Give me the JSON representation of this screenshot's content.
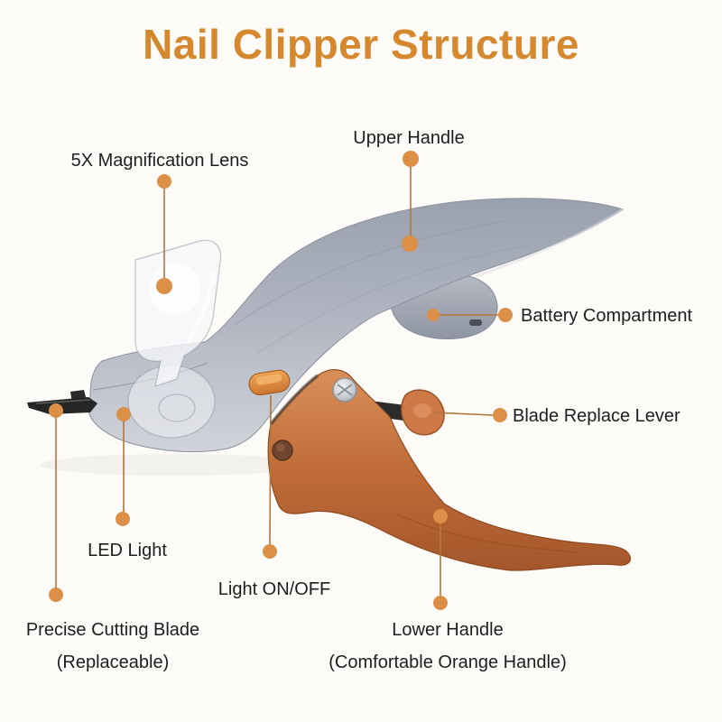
{
  "title": "Nail Clipper Structure",
  "colors": {
    "background": "#fcfbf8",
    "title_text": "#d5882e",
    "label_text": "#1e1e1e",
    "callout_dot": "#db8f47",
    "callout_line": "#b5763a",
    "body_gray": "#a9adb8",
    "handle_orange": "#c06c38",
    "blade_black": "#262626"
  },
  "annotations": {
    "magnification_lens": {
      "label": "5X Magnification Lens"
    },
    "upper_handle": {
      "label": "Upper Handle"
    },
    "battery_compartment": {
      "label": "Battery Compartment"
    },
    "blade_replace_lever": {
      "label": "Blade Replace Lever"
    },
    "led_light": {
      "label": "LED Light"
    },
    "light_on_off": {
      "label": "Light ON/OFF"
    },
    "precise_cutting_blade": {
      "label": "Precise Cutting Blade",
      "sub_label": "(Replaceable)"
    },
    "lower_handle": {
      "label": "Lower Handle",
      "sub_label": "(Comfortable Orange Handle)"
    }
  }
}
